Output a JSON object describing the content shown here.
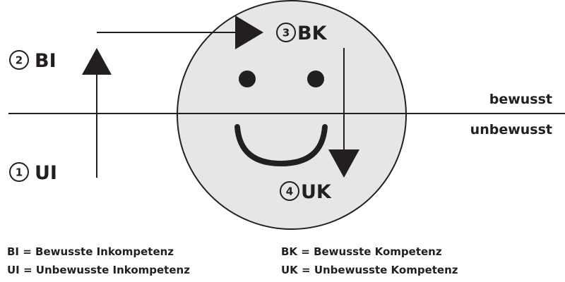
{
  "colors": {
    "circle_fill": "#e6e6e6",
    "ink": "#231f20"
  },
  "levels": {
    "upper": "bewusst",
    "lower": "unbewusst"
  },
  "stages": [
    {
      "number": "1",
      "abbr": "UI"
    },
    {
      "number": "2",
      "abbr": "BI"
    },
    {
      "number": "3",
      "abbr": "BK"
    },
    {
      "number": "4",
      "abbr": "UK"
    }
  ],
  "legend": {
    "left": [
      "BI = Bewusste Inkompetenz",
      "UI = Unbewusste Inkompetenz"
    ],
    "right": [
      "BK = Bewusste Kompetenz",
      "UK = Unbewusste Kompetenz"
    ]
  },
  "icons": [
    "smiley-face-icon",
    "arrow-up-icon",
    "arrow-right-icon",
    "arrow-down-icon"
  ]
}
